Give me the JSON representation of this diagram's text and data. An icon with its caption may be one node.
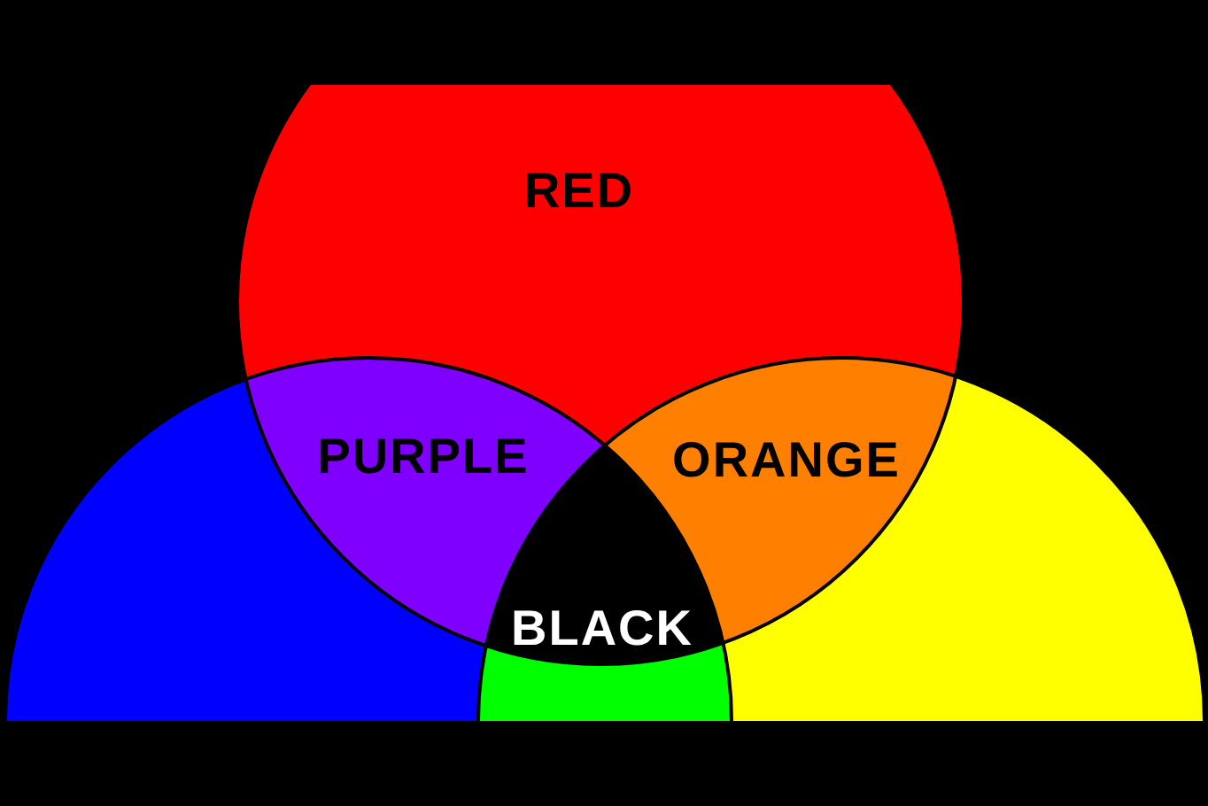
{
  "diagram": {
    "labels": [
      "RED",
      "PURPLE",
      "ORANGE",
      "BLACK"
    ]
  }
}
